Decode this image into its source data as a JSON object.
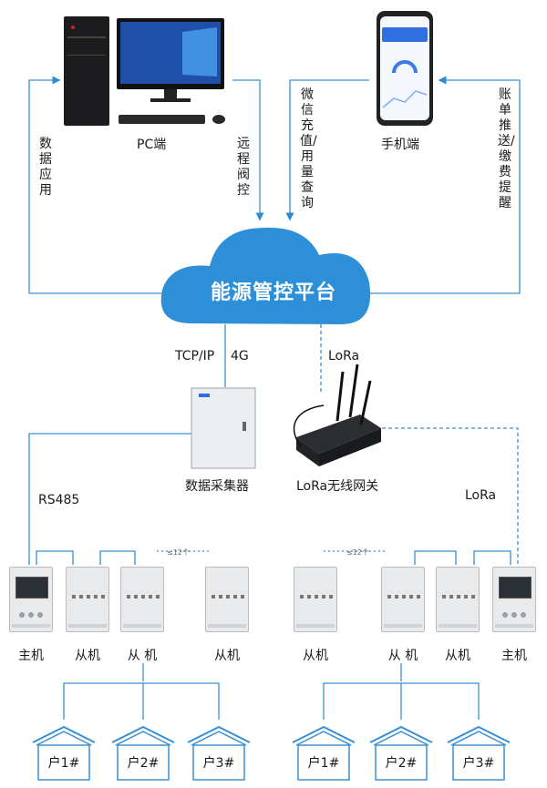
{
  "platform": {
    "name": "能源管控平台"
  },
  "clients": {
    "pc": {
      "label": "PC端",
      "uplink": "远程阀控",
      "downlink": "数据应用"
    },
    "phone": {
      "label": "手机端",
      "uplink": "微信充值/用量查询",
      "downlink": "账单推送/缴费提醒"
    }
  },
  "links": {
    "tcp": "TCP/IP",
    "g4": "4G",
    "lora_top": "LoRa",
    "rs485": "RS485",
    "lora_right": "LoRa"
  },
  "gateways": {
    "collector": "数据采集器",
    "lora_gateway": "LoRa无线网关"
  },
  "left_group": {
    "count_note": "≤12个",
    "devices": [
      "主机",
      "从机",
      "从 机",
      "从机"
    ],
    "houses": [
      "户1#",
      "户2#",
      "户3#"
    ]
  },
  "right_group": {
    "count_note": "≤12个",
    "devices": [
      "从机",
      "从 机",
      "从机",
      "主机"
    ],
    "houses": [
      "户1#",
      "户2#",
      "户3#"
    ]
  },
  "colors": {
    "accent": "#2f8bd0",
    "line": "#3a8fd2",
    "cloud": "#2d8fd7"
  }
}
